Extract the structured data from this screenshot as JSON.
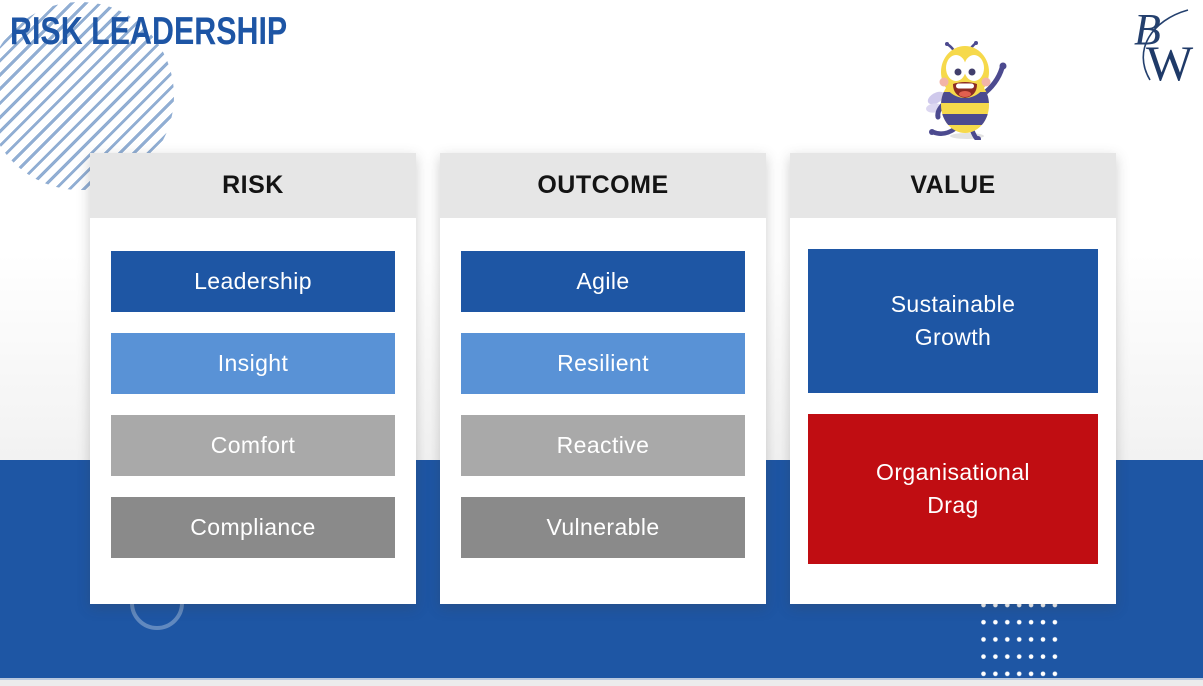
{
  "title": "RISK LEADERSHIP",
  "logo": {
    "icon": "bw-monogram",
    "letter_b": "B",
    "letter_w": "W"
  },
  "mascot_icon": "bee-mascot",
  "colors": {
    "brand_blue": "#1e56a4",
    "light_blue": "#5992d6",
    "light_gray": "#a9a9a9",
    "dark_gray": "#8a8a8a",
    "red": "#c00d12",
    "header_gray": "#e6e6e6",
    "title_blue": "#1d55a5",
    "band_blue": "#1e56a4"
  },
  "columns": [
    {
      "header": "RISK",
      "items": [
        {
          "label": "Leadership",
          "tone": "brand_blue"
        },
        {
          "label": "Insight",
          "tone": "light_blue"
        },
        {
          "label": "Comfort",
          "tone": "light_gray"
        },
        {
          "label": "Compliance",
          "tone": "dark_gray"
        }
      ]
    },
    {
      "header": "OUTCOME",
      "items": [
        {
          "label": "Agile",
          "tone": "brand_blue"
        },
        {
          "label": "Resilient",
          "tone": "light_blue"
        },
        {
          "label": "Reactive",
          "tone": "light_gray"
        },
        {
          "label": "Vulnerable",
          "tone": "dark_gray"
        }
      ]
    },
    {
      "header": "VALUE",
      "items": [
        {
          "label": "Sustainable Growth",
          "tone": "brand_blue"
        },
        {
          "label": "Organisational Drag",
          "tone": "red"
        }
      ]
    }
  ]
}
